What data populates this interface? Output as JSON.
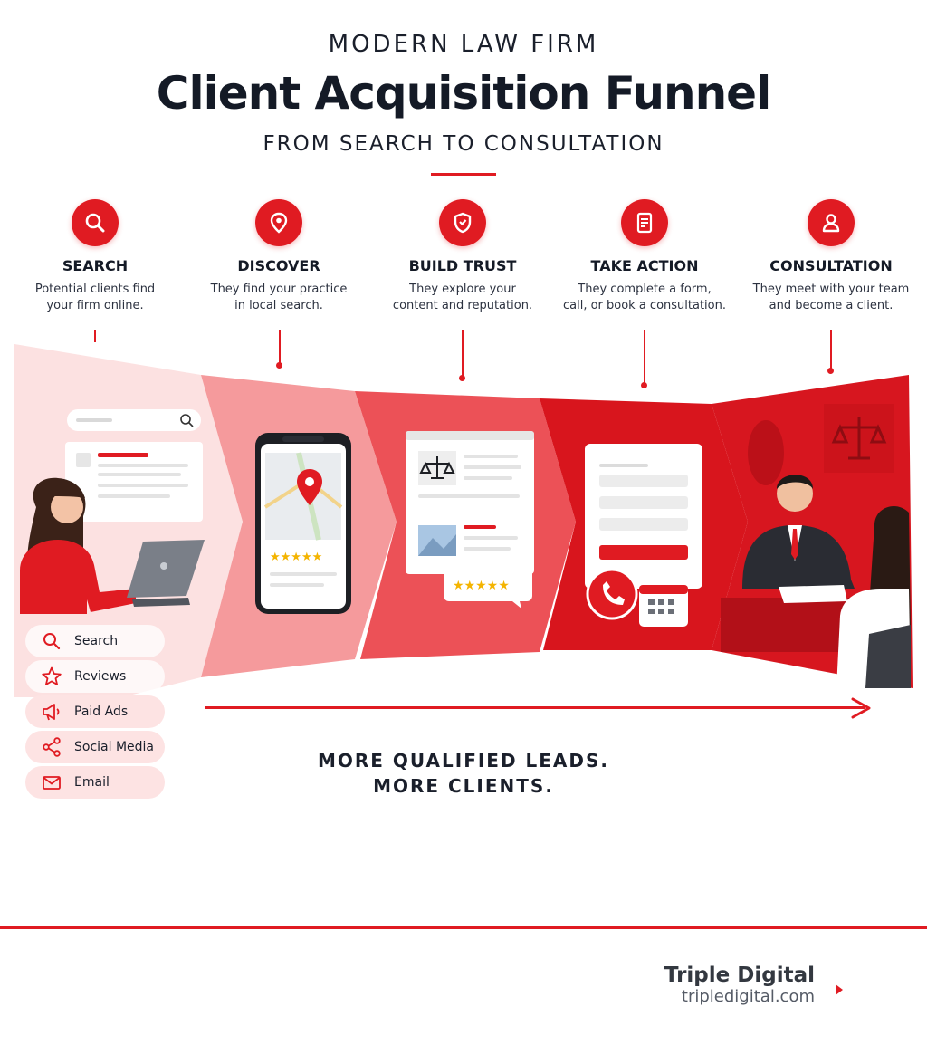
{
  "header": {
    "pre_title": "MODERN LAW FIRM",
    "title": "Client Acquisition Funnel",
    "subtitle": "FROM SEARCH TO CONSULTATION"
  },
  "stages": [
    {
      "title": "SEARCH",
      "line1": "Potential clients find",
      "line2": "your firm online.",
      "icon": "search-icon"
    },
    {
      "title": "DISCOVER",
      "line1": "They find your practice",
      "line2": "in local search.",
      "icon": "map-pin-icon"
    },
    {
      "title": "BUILD TRUST",
      "line1": "They explore your",
      "line2": "content and reputation.",
      "icon": "shield-icon"
    },
    {
      "title": "TAKE ACTION",
      "line1": "They complete a form,",
      "line2": "call, or book a consultation.",
      "icon": "form-icon"
    },
    {
      "title": "CONSULTATION",
      "line1": "They meet with your team",
      "line2": "and become a client.",
      "icon": "person-icon"
    }
  ],
  "channels": [
    {
      "label": "Search",
      "icon": "search-icon"
    },
    {
      "label": "Reviews",
      "icon": "star-icon"
    },
    {
      "label": "Paid Ads",
      "icon": "megaphone-icon"
    },
    {
      "label": "Social Media",
      "icon": "share-icon"
    },
    {
      "label": "Email",
      "icon": "envelope-icon"
    }
  ],
  "tagline": {
    "line1": "MORE QUALIFIED LEADS.",
    "line2": "MORE CLIENTS."
  },
  "brand": {
    "name": "Triple Digital",
    "url": "tripledigital.com"
  },
  "colors": {
    "accent": "#e01b22",
    "panel_1": "#fce1e1",
    "panel_2": "#f59a9c",
    "panel_3": "#ec5157",
    "panel_4": "#d8151d",
    "panel_5": "#d7161f",
    "star": "#f4b400"
  }
}
